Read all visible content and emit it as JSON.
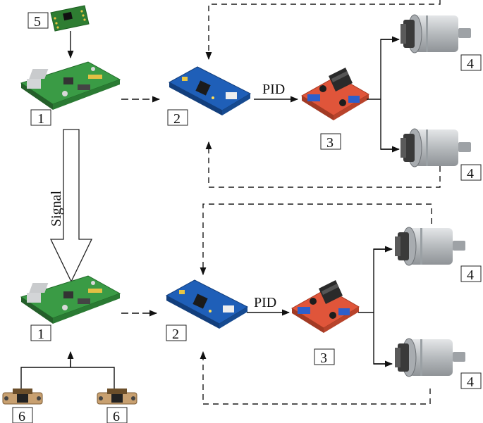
{
  "labels": {
    "pi": "1",
    "mcu": "2",
    "driver": "3",
    "motor": "4",
    "imu": "5",
    "sensor": "6",
    "pid": "PID",
    "signal": "Signal"
  },
  "colors": {
    "pi_board": "#3a9b45",
    "mcu_board": "#1f5fb8",
    "driver_board": "#e0553a",
    "heatsink": "#2a2a2a",
    "motor_body": "#b8bcc0",
    "imu_board": "#2e7d32",
    "sensor_body": "#c8a070"
  },
  "icons": [
    "raspberry-pi-board-icon",
    "stm32-board-icon",
    "l298n-driver-icon",
    "dc-gear-motor-icon",
    "imu-module-icon",
    "ir-sensor-icon"
  ]
}
